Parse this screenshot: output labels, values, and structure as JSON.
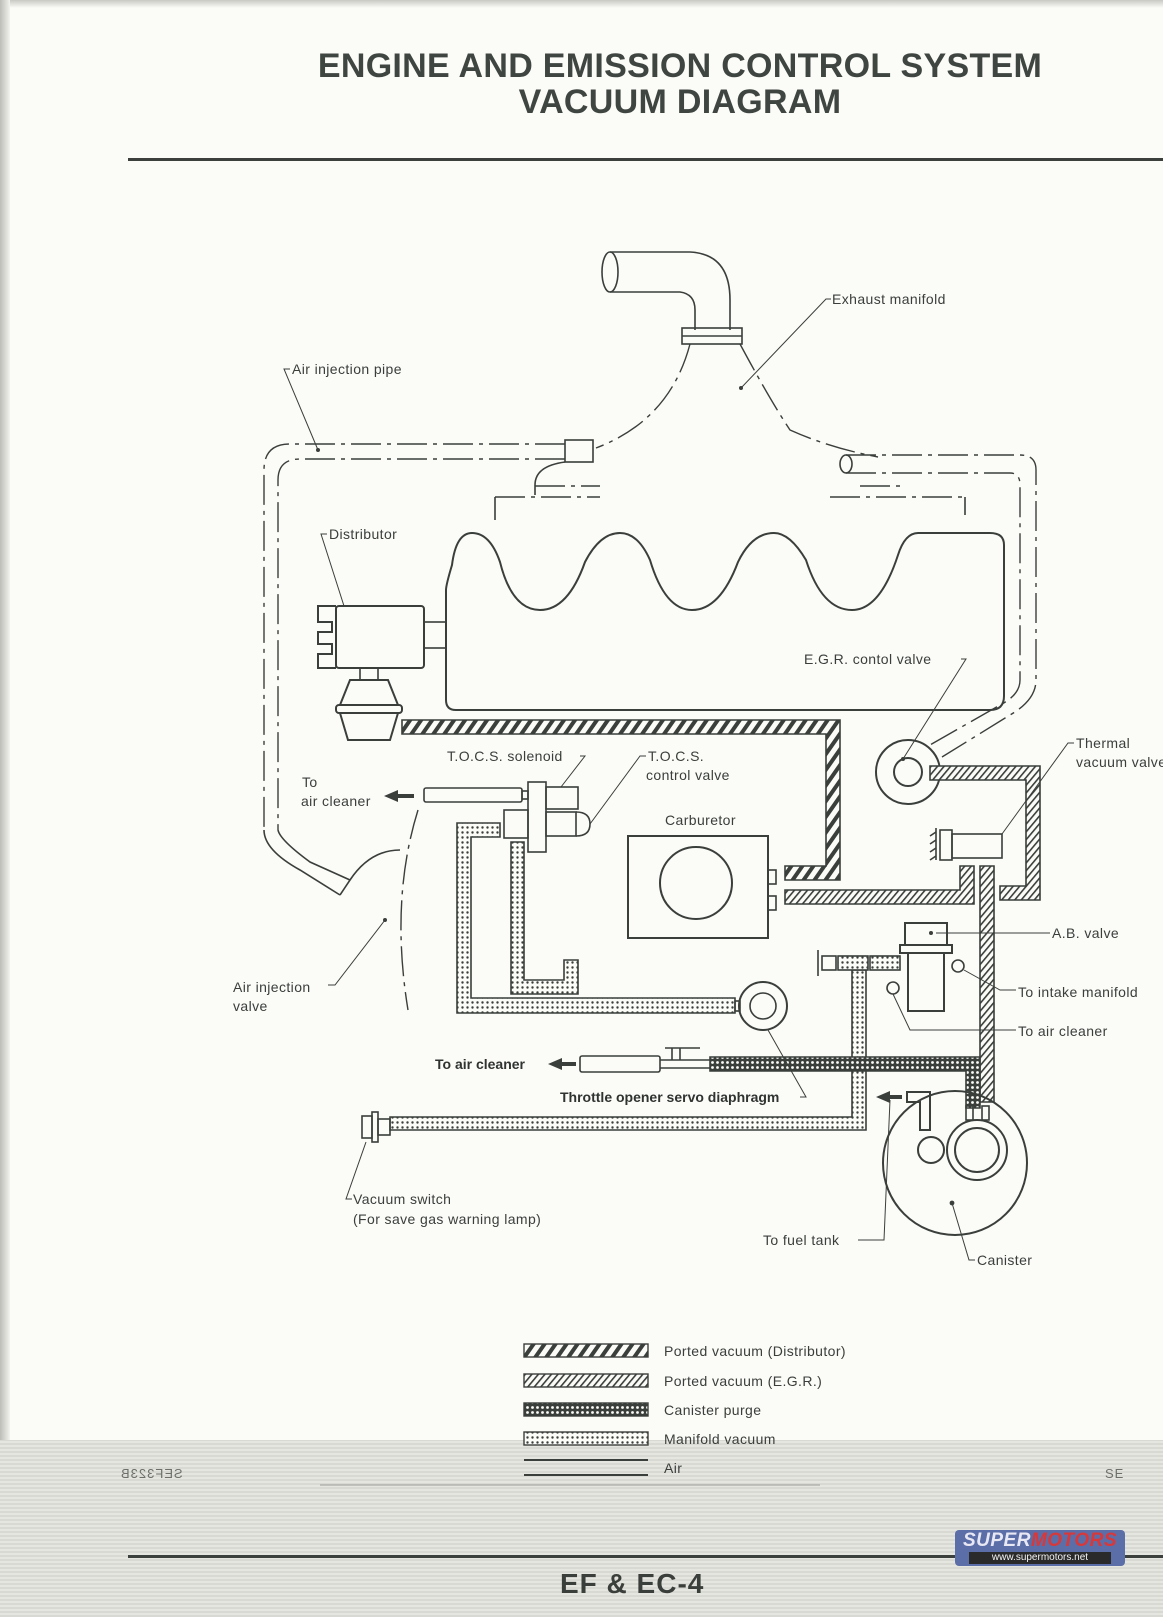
{
  "title": {
    "line1": "ENGINE AND EMISSION CONTROL SYSTEM",
    "line2": "VACUUM DIAGRAM"
  },
  "labels": {
    "exhaust_manifold": "Exhaust manifold",
    "air_injection_pipe": "Air injection pipe",
    "distributor": "Distributor",
    "egr_control_valve": "E.G.R. contol valve",
    "thermal_vacuum_valve_l1": "Thermal",
    "thermal_vacuum_valve_l2": "vacuum valve",
    "tocs_solenoid": "T.O.C.S. solenoid",
    "tocs_control_valve_l1": "T.O.C.S.",
    "tocs_control_valve_l2": "control valve",
    "to_air_cleaner_top_l1": "To",
    "to_air_cleaner_top_l2": "air cleaner",
    "carburetor": "Carburetor",
    "ab_valve": "A.B. valve",
    "to_intake_manifold": "To intake manifold",
    "to_air_cleaner_right": "To air cleaner",
    "air_injection_valve_l1": "Air injection",
    "air_injection_valve_l2": "valve",
    "to_air_cleaner_mid": "To air cleaner",
    "throttle_opener_servo": "Throttle opener servo diaphragm",
    "vacuum_switch_l1": "Vacuum switch",
    "vacuum_switch_l2": "(For save gas warning lamp)",
    "to_fuel_tank": "To fuel tank",
    "canister": "Canister"
  },
  "legend": [
    {
      "pattern": "ported-distributor",
      "label": "Ported vacuum (Distributor)"
    },
    {
      "pattern": "ported-egr",
      "label": "Ported vacuum (E.G.R.)"
    },
    {
      "pattern": "canister-purge",
      "label": "Canister purge"
    },
    {
      "pattern": "manifold-vacuum",
      "label": "Manifold vacuum"
    },
    {
      "pattern": "air",
      "label": "Air"
    }
  ],
  "footer": {
    "code_left": "SEF323B",
    "code_right": "SE",
    "page_number": "EF & EC-4",
    "logo_brand_a": "SUPER",
    "logo_brand_b": "MOTORS",
    "logo_url": "www.supermotors.net"
  }
}
